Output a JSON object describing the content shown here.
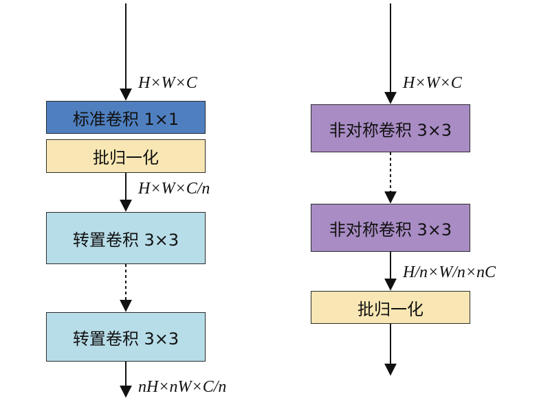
{
  "left": {
    "input_label": "H×W×C",
    "box1": "标准卷积 1×1",
    "box2": "批归一化",
    "mid_label": "H×W×C/n",
    "box3": "转置卷积 3×3",
    "box4": "转置卷积 3×3",
    "output_label": "nH×nW×C/n"
  },
  "right": {
    "input_label": "H×W×C",
    "box1": "非对称卷积 3×3",
    "box2": "非对称卷积 3×3",
    "mid_label": "H/n×W/n×nC",
    "box3": "批归一化"
  },
  "colors": {
    "standard_conv": "#4f7fbf",
    "batch_norm": "#f8e7b4",
    "transpose_conv": "#b7dde8",
    "asym_conv": "#a98cc4"
  }
}
